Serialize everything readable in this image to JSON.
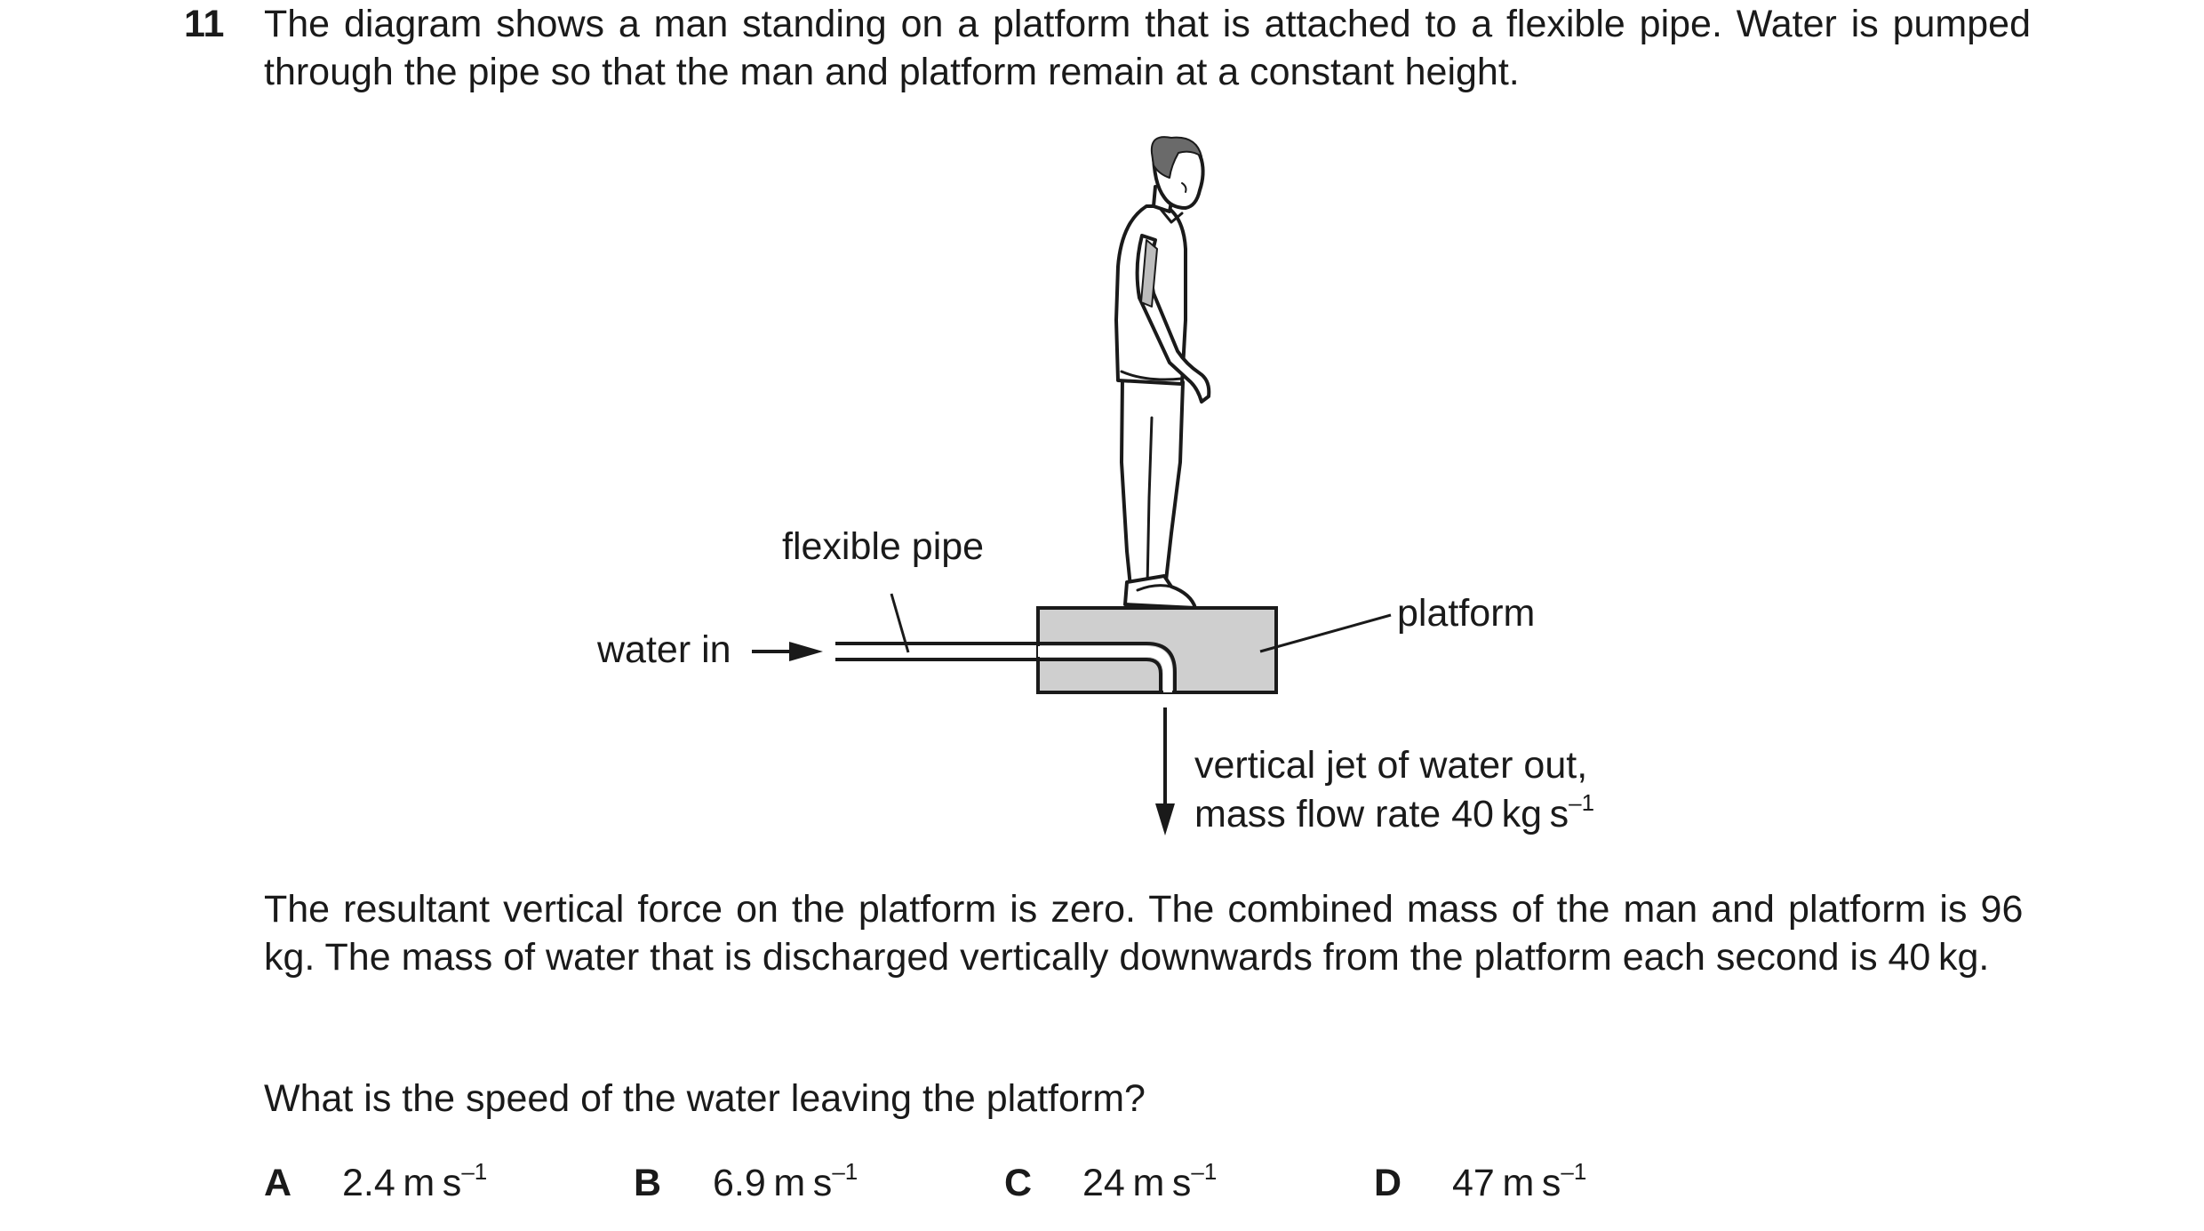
{
  "question": {
    "number": "11",
    "intro": "The diagram shows a man standing on a platform that is attached to a flexible pipe. Water is pumped through the pipe so that the man and platform remain at a constant height.",
    "body_line_1": "The resultant vertical force on the platform is zero. The combined mass of the man and platform is 96 kg. The mass of water that is discharged vertically downwards from the platform each second is 40 kg.",
    "prompt": "What is the speed of the water leaving the platform?"
  },
  "diagram": {
    "label_flexible_pipe": "flexible pipe",
    "label_water_in": "water in",
    "label_platform": "platform",
    "label_jet_line1": "vertical jet of water out,",
    "label_jet_line2_prefix": "mass flow rate 40 kg s",
    "label_jet_line2_sup": "–1",
    "colors": {
      "platform_fill": "#cfcfcf",
      "stroke": "#1a1a1a",
      "shirt_shade": "#bdbdbd",
      "hair": "#6a6a6a"
    }
  },
  "options": [
    {
      "letter": "A",
      "value": "2.4 m s",
      "sup": "–1"
    },
    {
      "letter": "B",
      "value": "6.9 m s",
      "sup": "–1"
    },
    {
      "letter": "C",
      "value": "24 m s",
      "sup": "–1"
    },
    {
      "letter": "D",
      "value": "47 m s",
      "sup": "–1"
    }
  ]
}
